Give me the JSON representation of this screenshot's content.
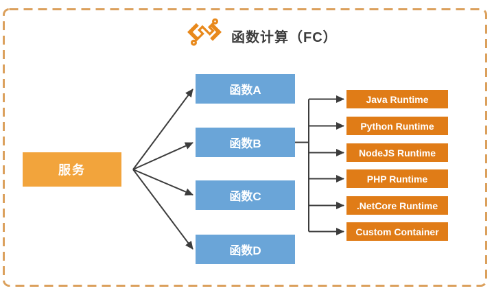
{
  "diagram": {
    "title": "函数计算（FC）",
    "service": {
      "label": "服务"
    },
    "functions": [
      {
        "label": "函数A"
      },
      {
        "label": "函数B"
      },
      {
        "label": "函数C"
      },
      {
        "label": "函数D"
      }
    ],
    "runtimes": [
      {
        "label": "Java Runtime"
      },
      {
        "label": "Python Runtime"
      },
      {
        "label": "NodeJS Runtime"
      },
      {
        "label": "PHP Runtime"
      },
      {
        "label": ".NetCore Runtime"
      },
      {
        "label": "Custom Container"
      }
    ],
    "colors": {
      "service_box": "#F2A43C",
      "function_box": "#6AA5D8",
      "runtime_box": "#E07C17",
      "arrow": "#3C3C3C",
      "dashed_border": "#DBA05C",
      "title_text": "#3D3D3D",
      "icon_orange": "#E8891C"
    }
  }
}
